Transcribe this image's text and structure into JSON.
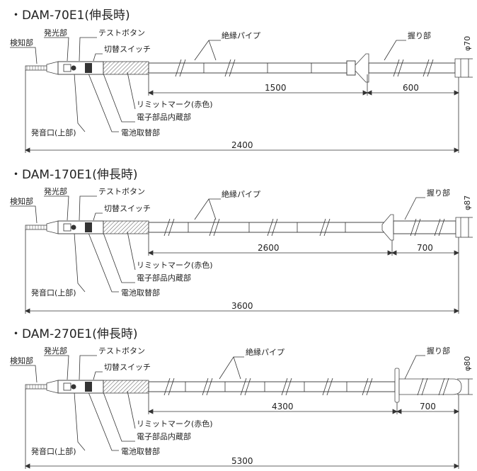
{
  "models": [
    {
      "title": "・DAM-70E1(伸長時)",
      "labels": {
        "detector": "検知部",
        "light": "発光部",
        "test_button": "テストボタン",
        "switch": "切替スイッチ",
        "insulated_pipe": "絶縁パイプ",
        "grip": "握り部",
        "limit_mark": "リミットマーク(赤色)",
        "electronics": "電子部品内蔵部",
        "sound_port": "発音口(上部)",
        "battery": "電池取替部"
      },
      "diameter": "φ70",
      "dim_pipe": "1500",
      "dim_grip": "600",
      "dim_total": "2400"
    },
    {
      "title": "・DAM-170E1(伸長時)",
      "labels": {
        "detector": "検知部",
        "light": "発光部",
        "test_button": "テストボタン",
        "switch": "切替スイッチ",
        "insulated_pipe": "絶縁パイプ",
        "grip": "握り部",
        "limit_mark": "リミットマーク(赤色)",
        "electronics": "電子部品内蔵部",
        "sound_port": "発音口(上部)",
        "battery": "電池取替部"
      },
      "diameter": "φ87",
      "dim_pipe": "2600",
      "dim_grip": "700",
      "dim_total": "3600"
    },
    {
      "title": "・DAM-270E1(伸長時)",
      "labels": {
        "detector": "検知部",
        "light": "発光部",
        "test_button": "テストボタン",
        "switch": "切替スイッチ",
        "insulated_pipe": "絶縁パイプ",
        "grip": "握り部",
        "limit_mark": "リミットマーク(赤色)",
        "electronics": "電子部品内蔵部",
        "sound_port": "発音口(上部)",
        "battery": "電池取替部"
      },
      "diameter": "φ80",
      "dim_pipe": "4300",
      "dim_grip": "700",
      "dim_total": "5300"
    }
  ]
}
